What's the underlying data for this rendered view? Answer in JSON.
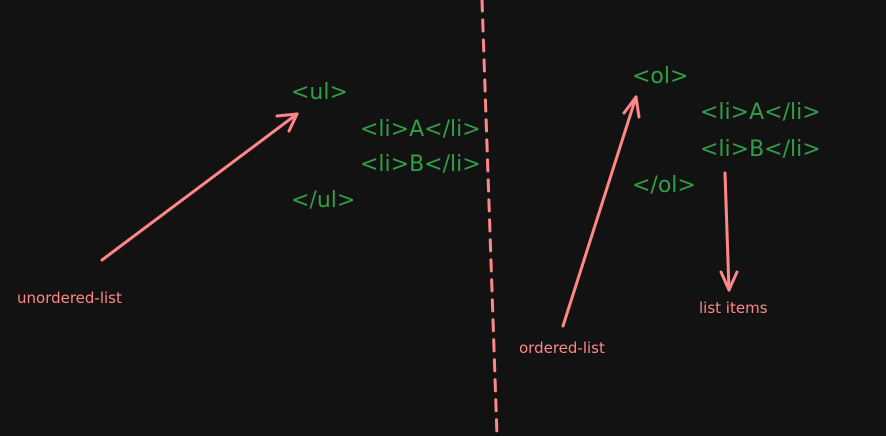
{
  "colors": {
    "background": "#121212",
    "code": "#2f9e44",
    "annotation": "#ff8787"
  },
  "left": {
    "open_tag": "<ul>",
    "items": [
      "<li>A</li>",
      "<li>B</li>"
    ],
    "close_tag": "</ul>",
    "label": "unordered-list"
  },
  "right": {
    "open_tag": "<ol>",
    "items": [
      "<li>A</li>",
      "<li>B</li>"
    ],
    "close_tag": "</ol>",
    "label": "ordered-list",
    "items_label": "list items"
  }
}
